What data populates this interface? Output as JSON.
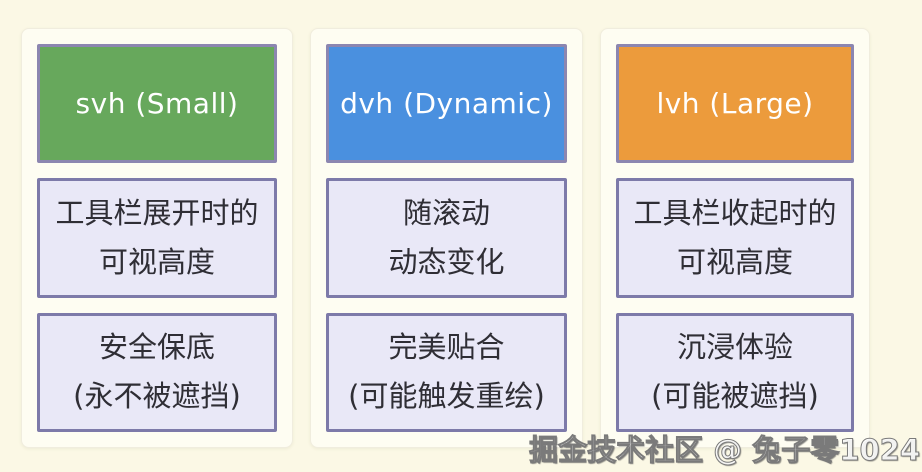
{
  "page": {
    "background_color": "#fbf8e5",
    "card_background_color": "#fefdf2",
    "desc_box_fill": "#e9e8f7",
    "desc_box_border": "#7d7aa9",
    "header_border": "#8c86b0",
    "text_color": "#2f2e35"
  },
  "columns": [
    {
      "id": "svh",
      "header": {
        "label": "svh (Small)",
        "color": "#67a85c"
      },
      "boxes": [
        {
          "lines": [
            "工具栏展开时的",
            "可视高度"
          ]
        },
        {
          "lines": [
            "安全保底",
            "(永不被遮挡)"
          ]
        }
      ]
    },
    {
      "id": "dvh",
      "header": {
        "label": "dvh (Dynamic)",
        "color": "#4a90df"
      },
      "boxes": [
        {
          "lines": [
            "随滚动",
            "动态变化"
          ]
        },
        {
          "lines": [
            "完美贴合",
            "(可能触发重绘)"
          ]
        }
      ]
    },
    {
      "id": "lvh",
      "header": {
        "label": "lvh (Large)",
        "color": "#ec9b3c"
      },
      "boxes": [
        {
          "lines": [
            "工具栏收起时的",
            "可视高度"
          ]
        },
        {
          "lines": [
            "沉浸体验",
            "(可能被遮挡)"
          ]
        }
      ]
    }
  ],
  "watermark": {
    "text": "掘金技术社区 @ 兔子零1024"
  }
}
